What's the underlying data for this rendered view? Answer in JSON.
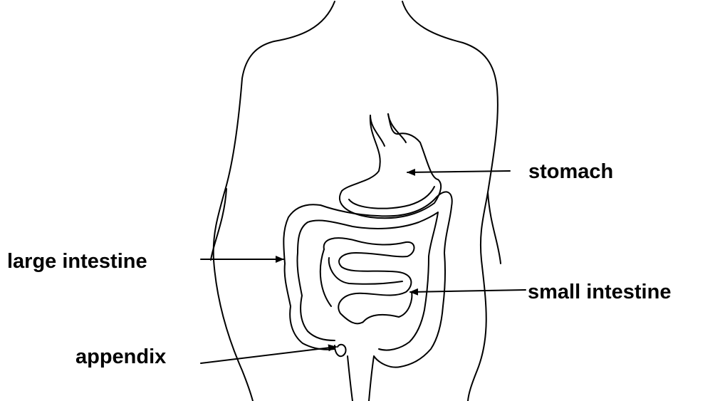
{
  "labels": {
    "stomach": "stomach",
    "large_intestine": "large intestine",
    "small_intestine": "small intestine",
    "appendix": "appendix"
  },
  "colors": {
    "line": "#000000",
    "background": "#ffffff"
  }
}
